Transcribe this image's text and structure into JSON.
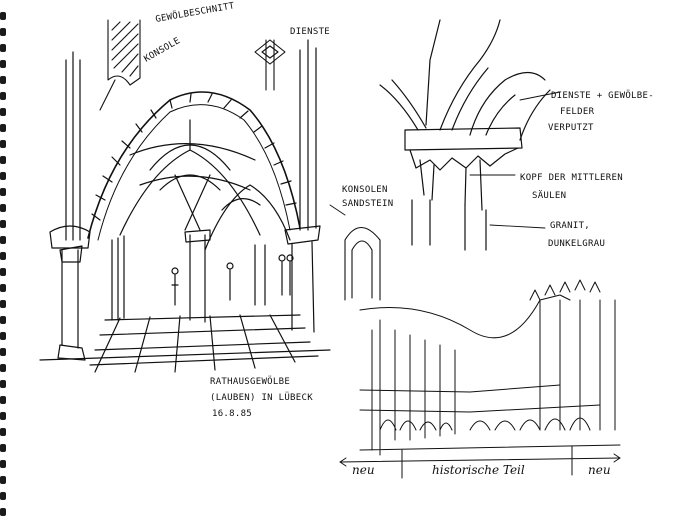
{
  "annotations": {
    "gewoelbeschnitt": "GEWÖLBESCHNITT",
    "konsole": "KONSOLE",
    "dienste": "DIENSTE",
    "dienste_gewoelbe_1": "DIENSTE + GEWÖLBE-",
    "dienste_gewoelbe_2": "FELDER",
    "dienste_gewoelbe_3": "VERPUTZT",
    "kopf_1": "KOPF DER MITTLEREN",
    "kopf_2": "SÄULEN",
    "granit_1": "GRANIT,",
    "granit_2": "DUNKELGRAU",
    "konsolen_1": "KONSOLEN",
    "konsolen_2": "SANDSTEIN",
    "caption_1": "RATHAUSGEWÖLBE",
    "caption_2": "(LAUBEN) IN LÜBECK",
    "caption_date": "16.8.85",
    "dim_left": "neu",
    "dim_center": "historische Teil",
    "dim_right": "neu"
  },
  "colors": {
    "ink": "#111111",
    "paper": "#ffffff",
    "binding": "#1a1a1a"
  },
  "binding": {
    "ring_count": 32
  }
}
